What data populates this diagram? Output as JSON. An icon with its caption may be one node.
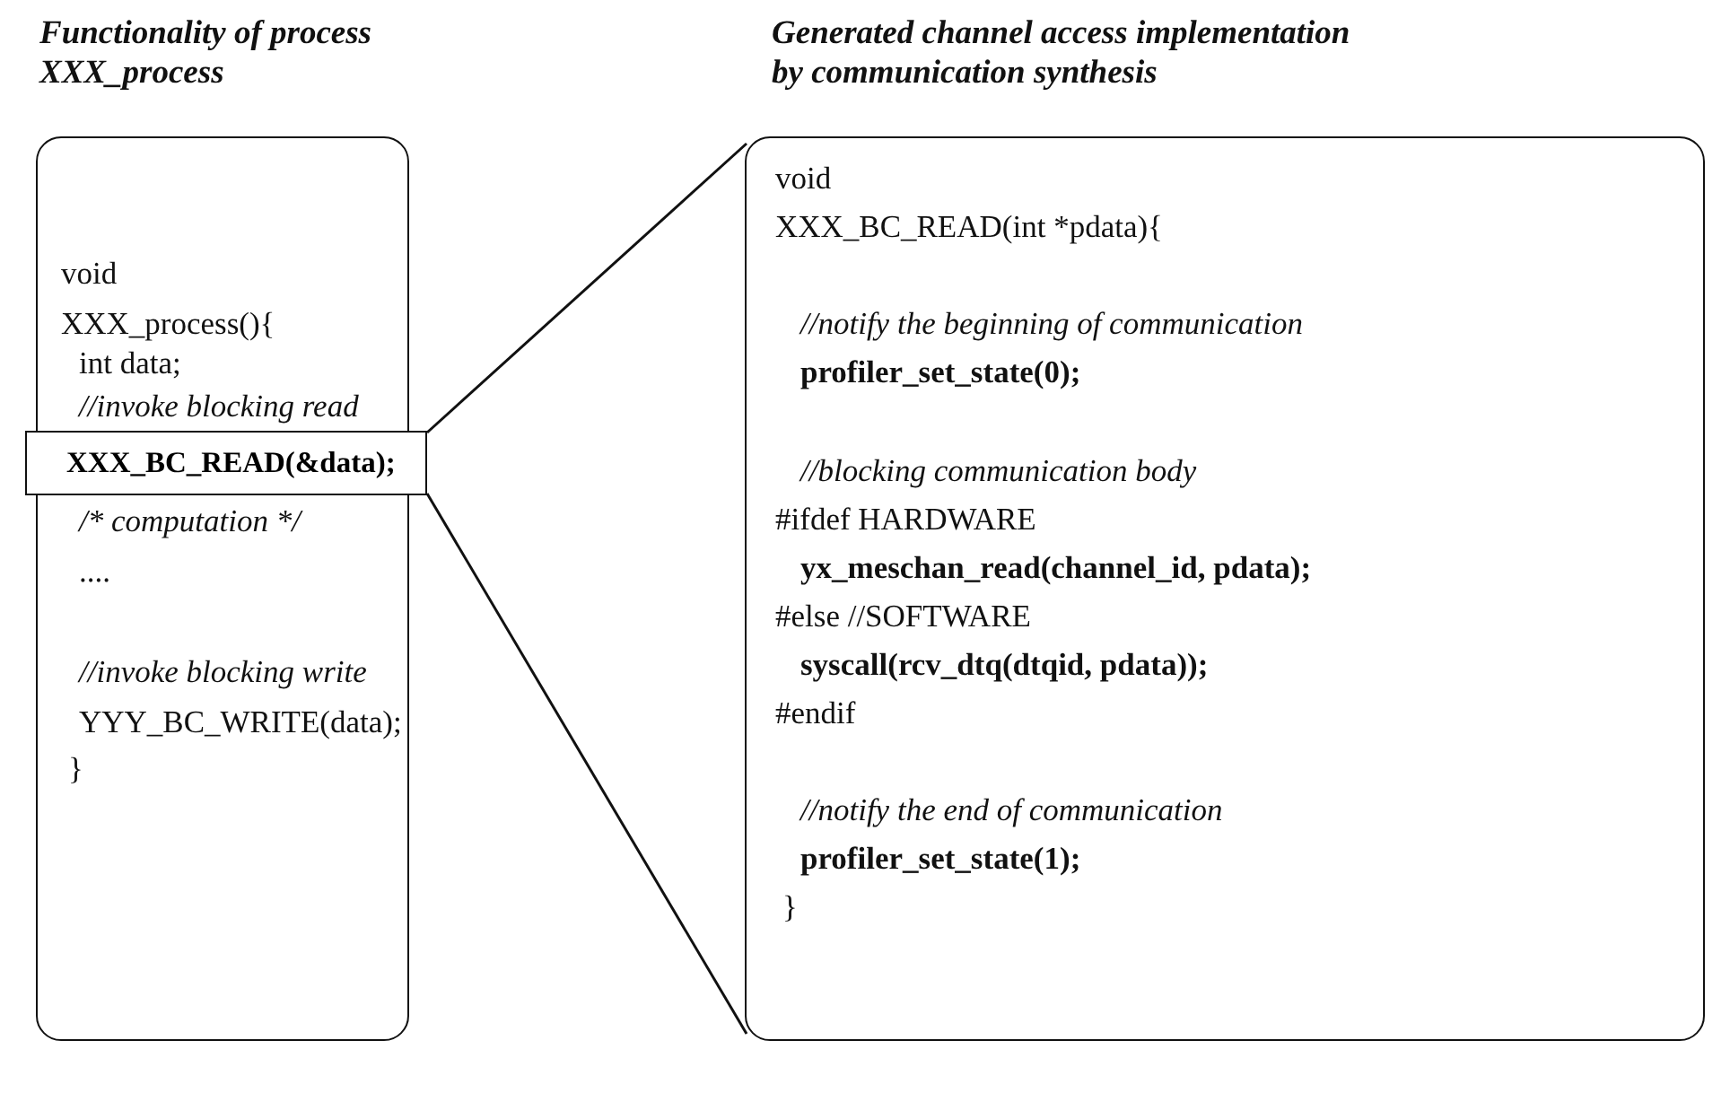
{
  "diagram": {
    "nodes": [
      {
        "text": [
          "Functionality of process XXX_process",
          "void",
          "XXX_process(){",
          "int data;",
          "//invoke blocking read",
          "/* computation */",
          "....",
          "//invoke blocking write",
          "YYY_BC_WRITE(data);",
          "}"
        ]
      },
      {
        "text": [
          "XXX_BC_READ(&data);"
        ],
        "in": 0
      },
      {
        "text": [
          "Generated channel access implementation by communication synthesis",
          "void",
          "XXX_BC_READ(int *pdata){",
          "//notify the beginning of communication",
          "profiler_set_state(0);",
          "//blocking communication body",
          "#ifdef HARDWARE",
          "yx_meschan_read(channel_id, pdata);",
          "#else //SOFTWARE",
          "syscall(rcv_dtq(dtqid, pdata));",
          "#endif",
          "//notify the end of communication",
          "profiler_set_state(1);",
          "}"
        ]
      }
    ],
    "edges": [
      {
        "from": 1,
        "to": 2,
        "arrow": "none"
      },
      {
        "from": 1,
        "to": 2,
        "arrow": "none"
      }
    ]
  }
}
